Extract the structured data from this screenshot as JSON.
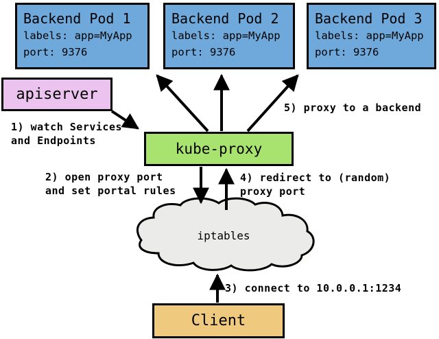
{
  "colors": {
    "pod_fill": "#6FA9DC",
    "apiserver_fill": "#ECC3EF",
    "kubeproxy_fill": "#A8E36F",
    "client_fill": "#EEC97E",
    "cloud_fill": "#EBEBE9",
    "line_color": "#000000",
    "bg": "#FFFFFF"
  },
  "pods": [
    {
      "title": "Backend Pod 1",
      "labels": "labels: app=MyApp",
      "port": "port: 9376"
    },
    {
      "title": "Backend Pod 2",
      "labels": "labels: app=MyApp",
      "port": "port: 9376"
    },
    {
      "title": "Backend Pod 3",
      "labels": "labels: app=MyApp",
      "port": "port: 9376"
    }
  ],
  "nodes": {
    "apiserver": "apiserver",
    "kube_proxy": "kube-proxy",
    "iptables": "iptables",
    "client": "Client"
  },
  "annotations": {
    "step1": [
      "1) watch Services",
      "and Endpoints"
    ],
    "step2": [
      "2) open proxy port",
      "and set portal rules"
    ],
    "step3": [
      "3) connect to 10.0.0.1:1234"
    ],
    "step4": [
      "4) redirect to (random)",
      "proxy port"
    ],
    "step5": [
      "5) proxy to a backend"
    ]
  }
}
